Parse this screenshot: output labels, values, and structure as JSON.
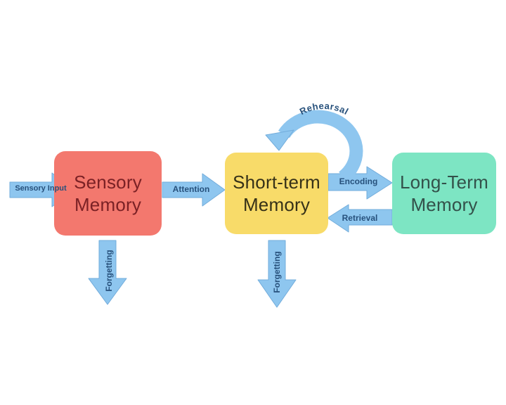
{
  "colors": {
    "background": "#ffffff",
    "arrow_fill": "#8ec6ef",
    "arrow_edge": "#72acdb",
    "arrow_label_text": "#27517c",
    "sensory_box_fill": "#f3786e",
    "sensory_box_text": "#7b2125",
    "short_term_box_fill": "#f8db69",
    "short_term_box_text": "#363118",
    "long_term_box_fill": "#7de5c3",
    "long_term_box_text": "#33514a"
  },
  "boxes": {
    "sensory": {
      "line1": "Sensory",
      "line2": "Memory"
    },
    "short_term": {
      "line1": "Short-term",
      "line2": "Memory"
    },
    "long_term": {
      "line1": "Long-Term",
      "line2": "Memory"
    }
  },
  "labels": {
    "sensory_input": "Sensory Input",
    "attention": "Attention",
    "encoding": "Encoding",
    "retrieval": "Retrieval",
    "rehearsal": "Rehearsal",
    "forgetting_sensory": "Forgetting",
    "forgetting_short_term": "Forgetting"
  }
}
